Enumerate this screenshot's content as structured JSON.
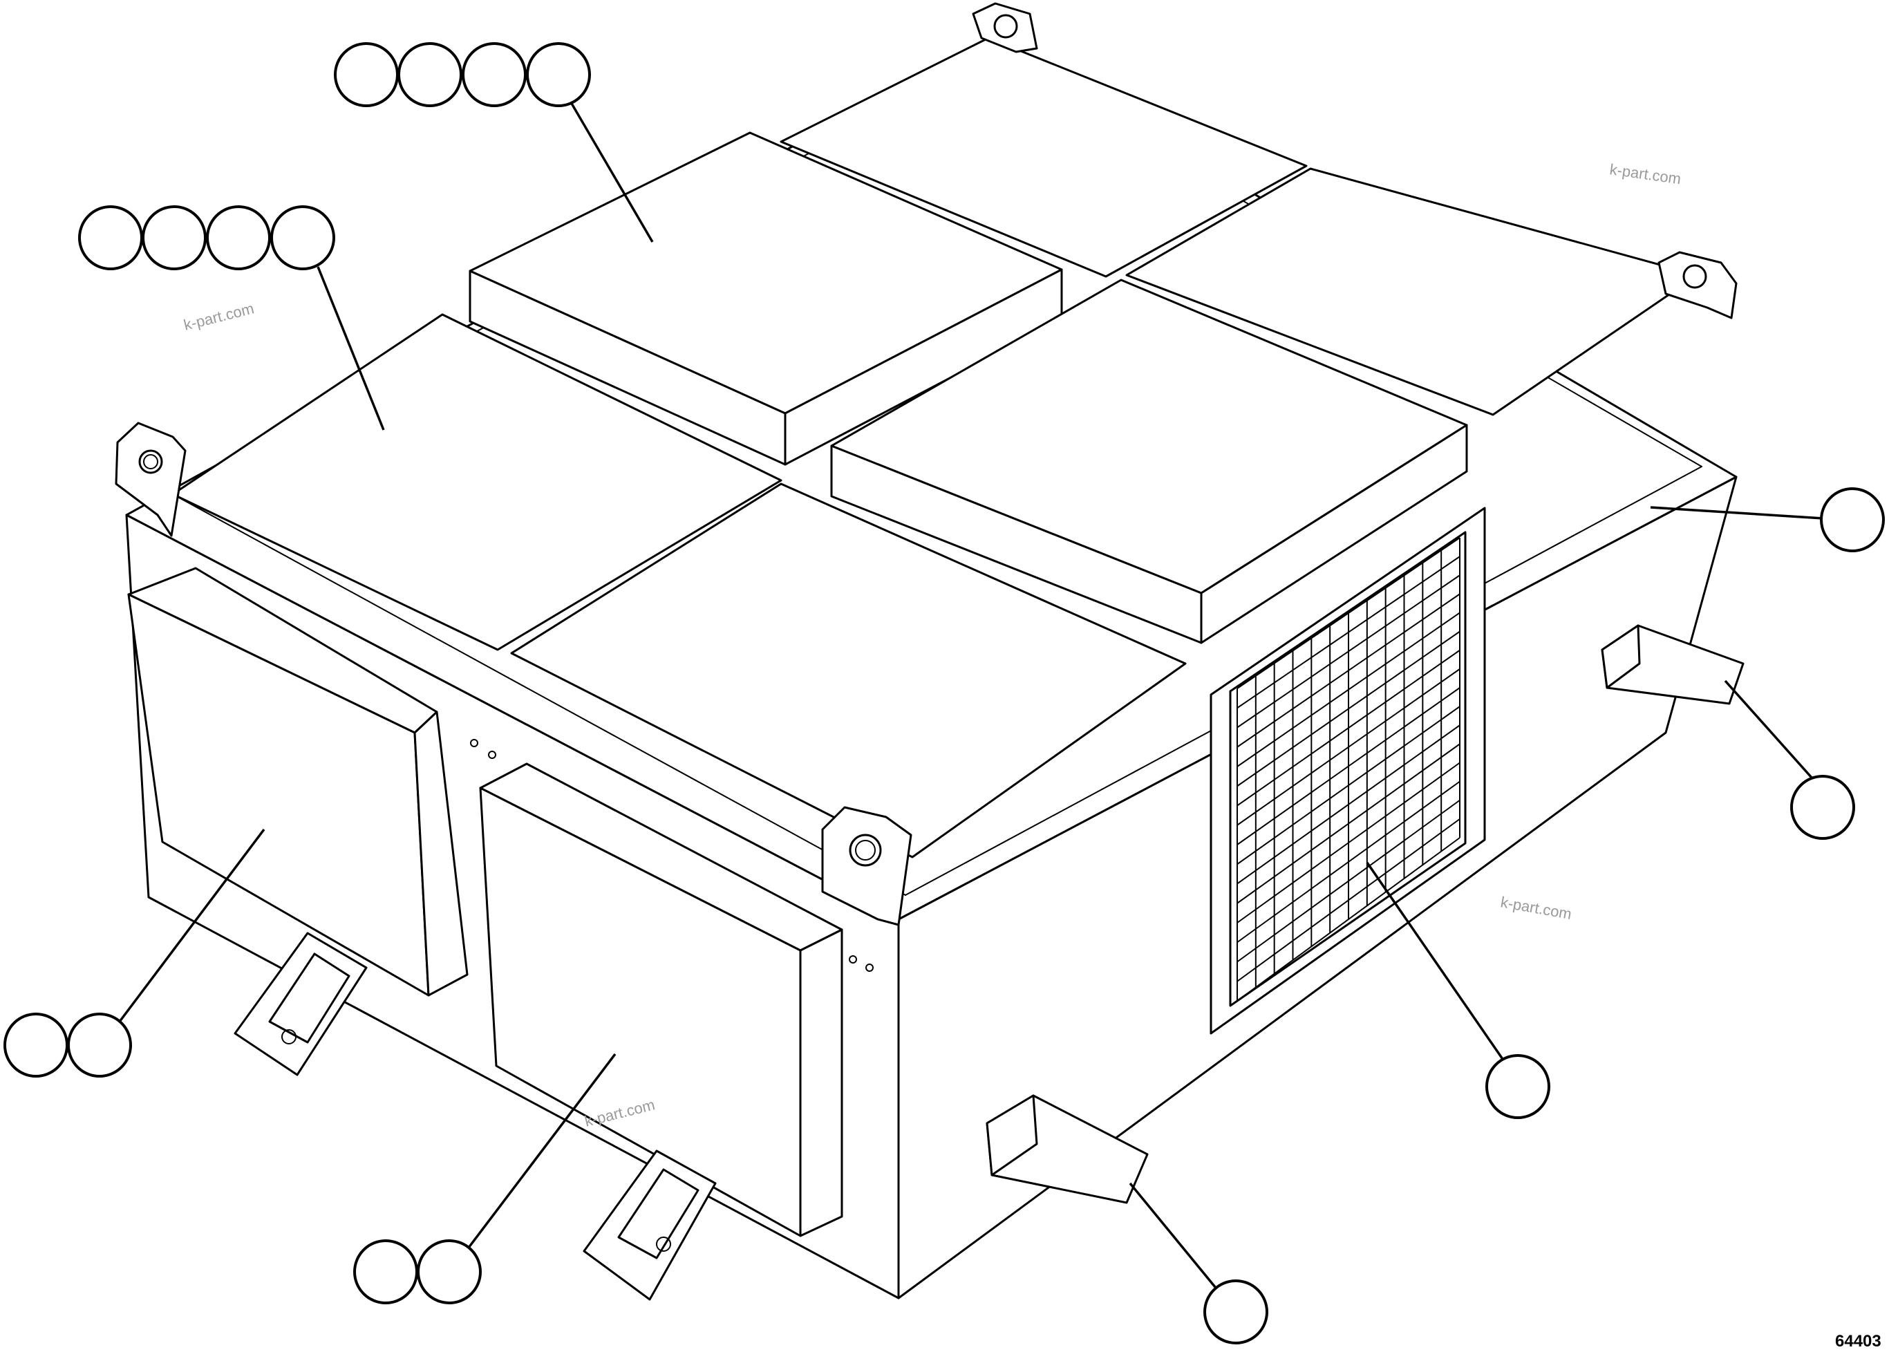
{
  "drawing_number": "64403",
  "watermark": "k-part.com",
  "colors": {
    "line": "#000000",
    "background": "#ffffff",
    "watermark": "#9a9a9a"
  },
  "callouts": [
    {
      "id": "top-back-cover",
      "bubble_count": 4
    },
    {
      "id": "top-left-cover",
      "bubble_count": 4
    },
    {
      "id": "side-panel",
      "bubble_count": 1
    },
    {
      "id": "rear-mount-bracket",
      "bubble_count": 1
    },
    {
      "id": "front-left-cover",
      "bubble_count": 2
    },
    {
      "id": "front-right-cover",
      "bubble_count": 2
    },
    {
      "id": "ventilation-grille",
      "bubble_count": 1
    },
    {
      "id": "front-mount-bracket",
      "bubble_count": 1
    }
  ]
}
